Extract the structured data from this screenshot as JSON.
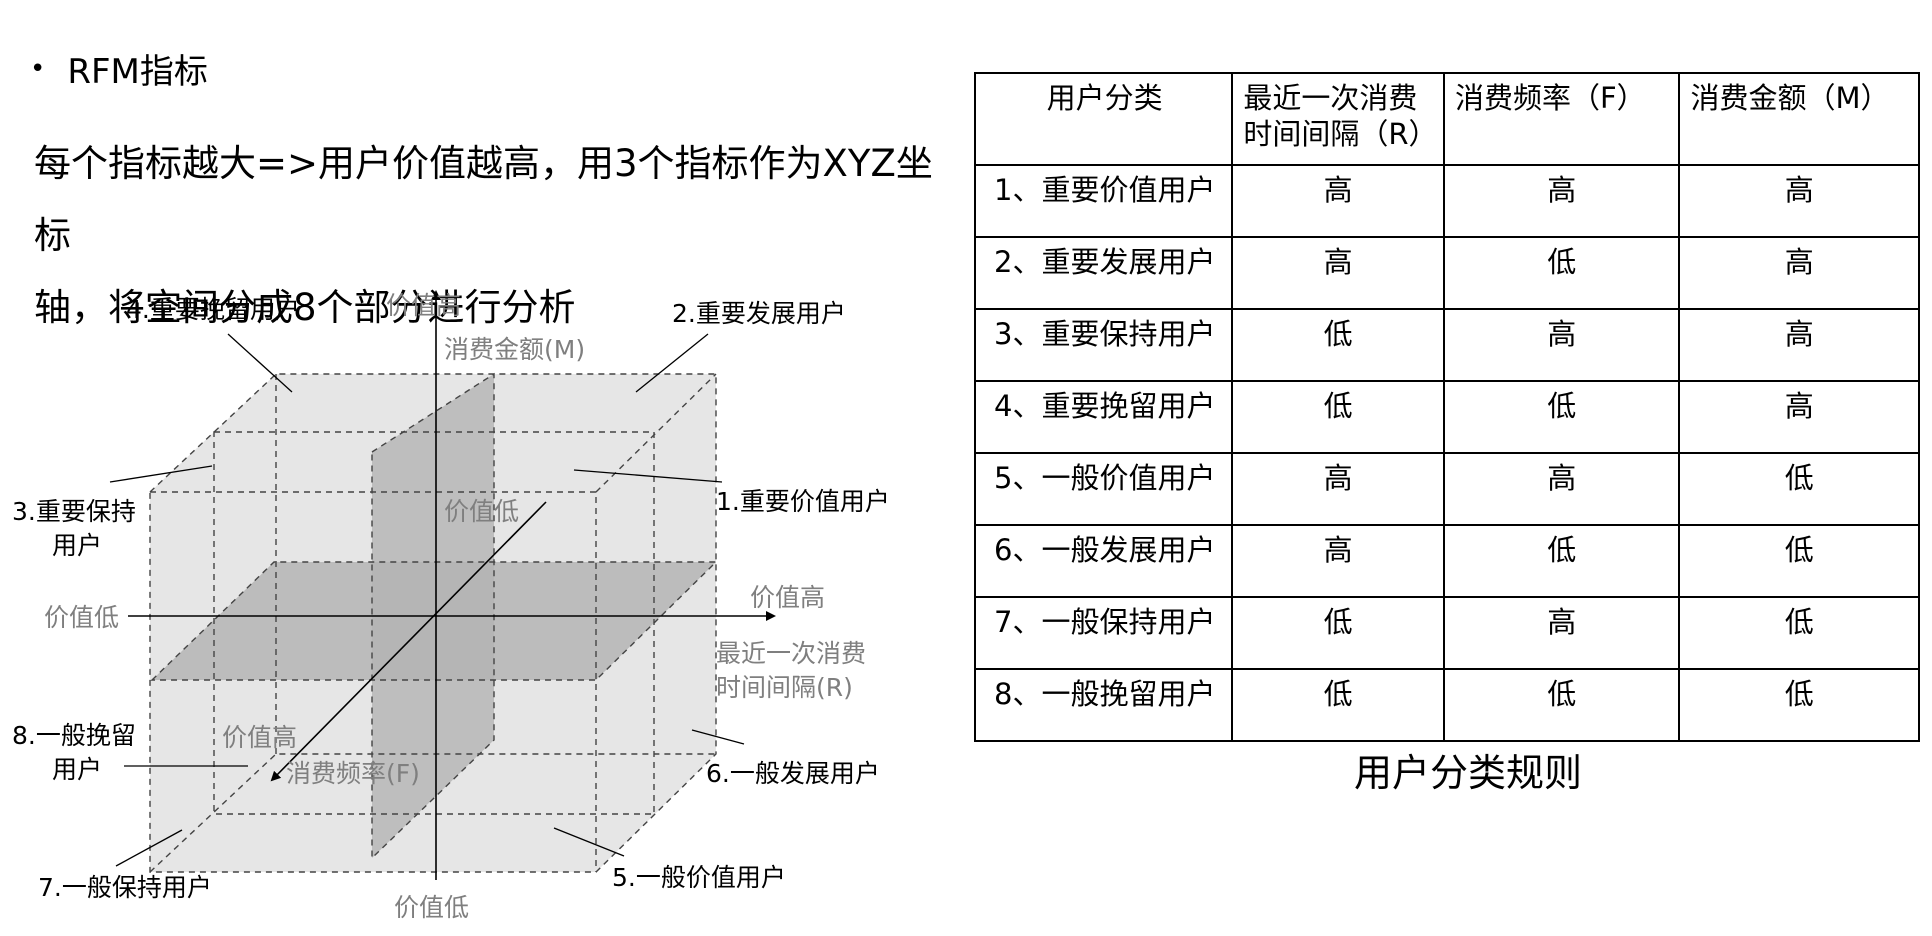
{
  "heading": {
    "bullet": "•",
    "text": "RFM指标"
  },
  "intro": {
    "line1": "每个指标越大=>用户价值越高，用3个指标作为XYZ坐标",
    "line2": "轴，将空间分成8个部分进行分析"
  },
  "diagram": {
    "axis_labels": {
      "y_high": "价值高",
      "y_name": "消费金额(M)",
      "y_low": "价值低",
      "x_low": "价值低",
      "x_high": "价值高",
      "x_name_1": "最近一次消费",
      "x_name_2": "时间间隔(R)",
      "z_low": "价值低",
      "z_high": "价值高",
      "z_name": "消费频率(F)"
    },
    "segments": {
      "s1": "1.重要价值用户",
      "s2": "2.重要发展用户",
      "s3_1": "3.重要保持",
      "s3_2": "用户",
      "s4": "4.重要挽留用户",
      "s5": "5.一般价值用户",
      "s6": "6.一般发展用户",
      "s7": "7.一般保持用户",
      "s8_1": "8.一般挽留",
      "s8_2": "用户"
    },
    "colors": {
      "cube_fill": "#e6e6e6",
      "plane_fill": "#b4b4b4",
      "axis_label": "#7f7f7f"
    }
  },
  "table": {
    "headers": [
      "用户分类",
      "最近一次消费",
      "时间间隔（R）",
      "消费频率（F）",
      "消费金额（M）"
    ],
    "rows": [
      [
        "1、重要价值用户",
        "高",
        "高",
        "高"
      ],
      [
        "2、重要发展用户",
        "高",
        "低",
        "高"
      ],
      [
        "3、重要保持用户",
        "低",
        "高",
        "高"
      ],
      [
        "4、重要挽留用户",
        "低",
        "低",
        "高"
      ],
      [
        "5、一般价值用户",
        "高",
        "高",
        "低"
      ],
      [
        "6、一般发展用户",
        "高",
        "低",
        "低"
      ],
      [
        "7、一般保持用户",
        "低",
        "高",
        "低"
      ],
      [
        "8、一般挽留用户",
        "低",
        "低",
        "低"
      ]
    ]
  },
  "caption": "用户分类规则"
}
